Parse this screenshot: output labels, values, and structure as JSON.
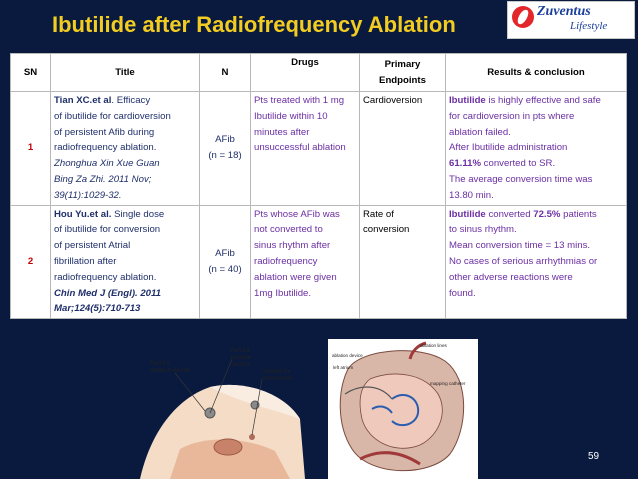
{
  "slide": {
    "title": "Ibutilide after Radiofrequency Ablation",
    "page_number": "59"
  },
  "logo": {
    "brand": "Zuventus",
    "tagline": "Lifestyle"
  },
  "table": {
    "headers": {
      "sn": "SN",
      "title": "Title",
      "n": "N",
      "drugs": "Drugs",
      "endpoints_1": "Primary",
      "endpoints_2": "Endpoints",
      "results": "Results  &  conclusion"
    },
    "row1": {
      "sn": "1",
      "title": {
        "author": "Tian XC.et al",
        "l1_rest": ". Efficacy",
        "l2": "of ibutilide for cardioversion",
        "l3": "of persistent Afib during",
        "l4": "radiofrequency ablation.",
        "l5": "Zhonghua  Xin Xue Guan",
        "l6": "Bing Za Zhi. 2011 Nov;",
        "l7": "39(11):1029-32."
      },
      "n_1": "AFib",
      "n_2": "(n = 18)",
      "drugs": [
        "Pts treated with 1 mg",
        "Ibutilide  within 10",
        "minutes after",
        "unsuccessful ablation"
      ],
      "endpoint": "Cardioversion",
      "results": {
        "l1_bold": "Ibutilide",
        "l1_rest": " is highly effective and safe",
        "l2": "for cardioversion in pts where",
        "l3": "ablation failed.",
        "l4": "After Ibutilide administration",
        "l5_bold": "61.11%",
        "l5_rest": " converted to SR.",
        "l6": "The average conversion time was",
        "l7": "13.80  min."
      }
    },
    "row2": {
      "sn": "2",
      "title": {
        "author": "Hou Yu.et al.",
        "l1_rest": " Single dose",
        "l2": "of ibutilide for conversion",
        "l3": "of persistent Atrial",
        "l4": "fibrillation after",
        "l5": "radiofrequency ablation.",
        "l6": "Chin Med J (Engl). 2011",
        "l7": "Mar;124(5):710-713"
      },
      "n_1": "AFib",
      "n_2": "(n = 40)",
      "drugs": [
        "Pts whose  AFib was",
        "not converted to",
        "sinus rhythm after",
        "radiofrequency",
        "ablation were given",
        "1mg Ibutilide."
      ],
      "endpoint_1": "Rate of",
      "endpoint_2": "conversion",
      "results": {
        "l1_bold": "Ibutilide",
        "l1_mid": " converted ",
        "l1_pct": "72.5%",
        "l1_rest": " patients",
        "l2": "to sinus rhythm.",
        "l3": "Mean conversion time = 13 mins.",
        "l4": "No cases of serious arrhythmias or",
        "l5": "other adverse reactions were",
        "l6": "found."
      }
    }
  },
  "illustrations": {
    "left_labels": {
      "port_camera_1": "Port for",
      "port_camera_2": "surgical",
      "port_camera_3": "camera",
      "port_device_1": "Port for",
      "port_device_2": "ablation device",
      "incision_1": "Incision for",
      "incision_2": "instruments"
    },
    "right_labels": {
      "ablation_lines": "ablation lines",
      "mapping_catheter": "mapping catheter",
      "ablation_device": "ablation device",
      "left_atrium": "left atrium"
    }
  },
  "colors": {
    "background": "#0a1a3e",
    "title": "#f2cc20",
    "navy_text": "#1f2f6a",
    "purple_text": "#6b2fa3",
    "sn_red": "#c00000"
  }
}
